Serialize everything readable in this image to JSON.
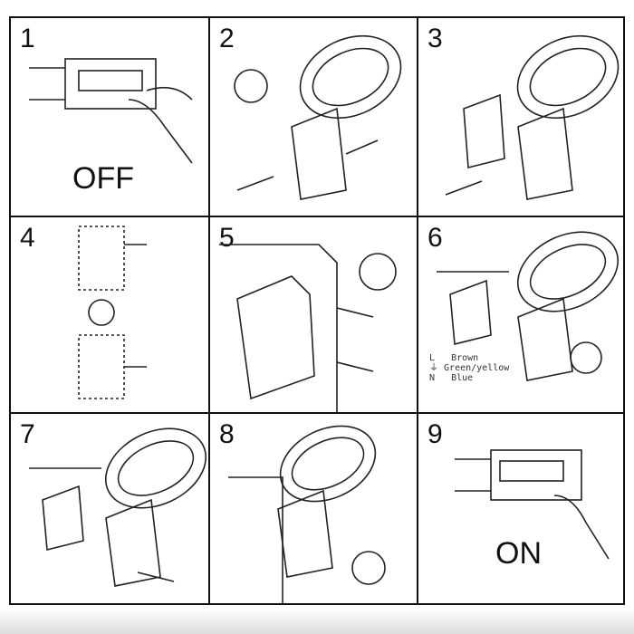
{
  "steps": [
    {
      "number": "1",
      "caption": "OFF",
      "icon": "breaker-switch-off"
    },
    {
      "number": "2",
      "icon": "lamp-cover-removal"
    },
    {
      "number": "3",
      "icon": "lamp-bracket-separate"
    },
    {
      "number": "4",
      "icon": "wall-drilling-plugs"
    },
    {
      "number": "5",
      "icon": "bracket-mounting-screws"
    },
    {
      "number": "6",
      "icon": "wiring-connection",
      "wiring": [
        {
          "terminal": "L",
          "color": "Brown"
        },
        {
          "terminal": "⏚",
          "color": "Green/yellow"
        },
        {
          "terminal": "N",
          "color": "Blue"
        }
      ]
    },
    {
      "number": "7",
      "icon": "attach-lamp"
    },
    {
      "number": "8",
      "icon": "tighten-screws"
    },
    {
      "number": "9",
      "caption": "ON",
      "icon": "breaker-switch-on"
    }
  ]
}
